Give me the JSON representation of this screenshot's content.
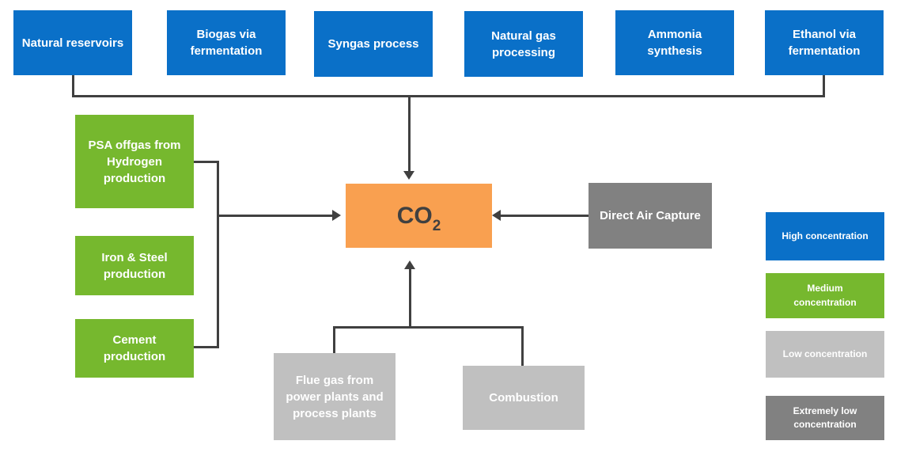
{
  "colors": {
    "high_concentration": "#0a70c8",
    "medium_concentration": "#76b82e",
    "low_concentration": "#c0c0c0",
    "extremely_low_concentration": "#818181",
    "co2_box": "#f9a050",
    "connector": "#404040"
  },
  "top_sources": [
    {
      "label": "Natural reservoirs",
      "concentration": "high"
    },
    {
      "label": "Biogas via fermentation",
      "concentration": "high"
    },
    {
      "label": "Syngas process",
      "concentration": "high"
    },
    {
      "label": "Natural gas processing",
      "concentration": "high"
    },
    {
      "label": "Ammonia synthesis",
      "concentration": "high"
    },
    {
      "label": "Ethanol via fermentation",
      "concentration": "high"
    }
  ],
  "left_sources": [
    {
      "label": "PSA offgas from Hydrogen production",
      "concentration": "medium"
    },
    {
      "label": "Iron & Steel production",
      "concentration": "medium"
    },
    {
      "label": "Cement production",
      "concentration": "medium"
    }
  ],
  "right_source": {
    "label": "Direct Air Capture",
    "concentration": "extremely_low"
  },
  "bottom_sources": [
    {
      "label": "Flue gas from power plants and process plants",
      "concentration": "low"
    },
    {
      "label": "Combustion",
      "concentration": "low"
    }
  ],
  "center": {
    "text": "CO",
    "subscript": "2"
  },
  "legend": [
    {
      "label": "High concentration",
      "color": "#0a70c8"
    },
    {
      "label": "Medium concentration",
      "color": "#76b82e"
    },
    {
      "label": "Low concentration",
      "color": "#c0c0c0"
    },
    {
      "label": "Extremely low concentration",
      "color": "#818181"
    }
  ]
}
